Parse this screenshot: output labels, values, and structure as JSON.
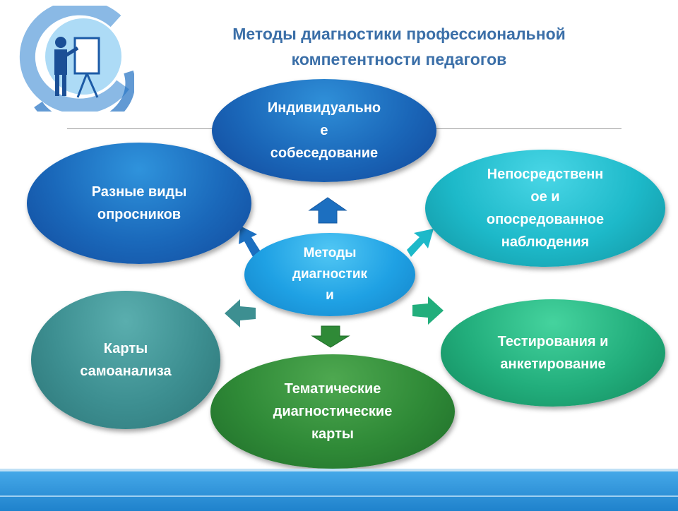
{
  "title": {
    "line1": "Методы диагностики профессиональной",
    "line2": "компетентности педагогов"
  },
  "center": {
    "lines": [
      "Методы",
      "диагностик",
      "и"
    ]
  },
  "methods": [
    {
      "id": "top",
      "lines": [
        "Индивидуально",
        "е",
        "собеседование"
      ],
      "color": "#1a66b8"
    },
    {
      "id": "left1",
      "lines": [
        "Разные виды",
        "опросников"
      ],
      "color": "#1a68ba"
    },
    {
      "id": "right1",
      "lines": [
        "Непосредственн",
        "ое и",
        "опосредованное",
        "наблюдения"
      ],
      "color": "#1db9c9"
    },
    {
      "id": "left2",
      "lines": [
        "Карты",
        "самоанализа"
      ],
      "color": "#3d8f91"
    },
    {
      "id": "right2",
      "lines": [
        "Тестирования и",
        "анкетирование"
      ],
      "color": "#22ae7c"
    },
    {
      "id": "bottom",
      "lines": [
        "Тематические",
        "диагностические",
        "карты"
      ],
      "color": "#2f8a37"
    }
  ],
  "icons": [
    "presenter-logo-icon"
  ]
}
